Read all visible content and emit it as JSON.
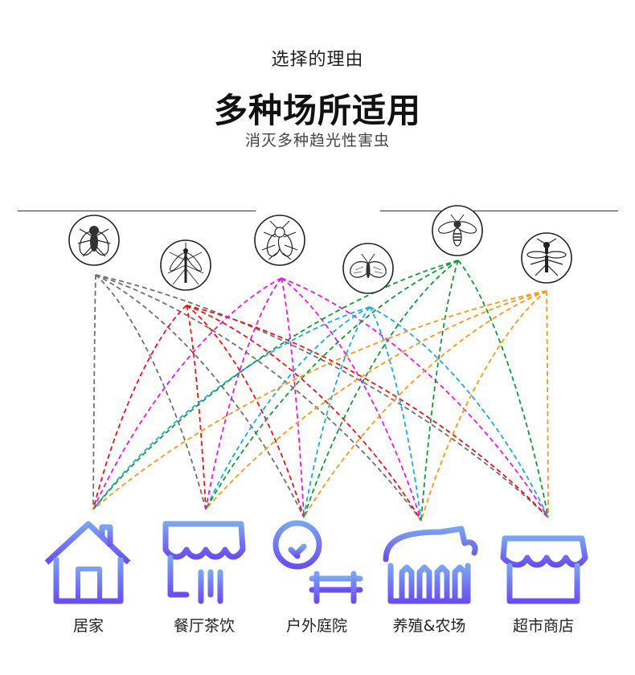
{
  "header": {
    "kicker": "选择的理由",
    "title": "多种场所适用",
    "subtitle": "消灭多种趋光性害虫"
  },
  "colors": {
    "insect_lines": [
      "#707070",
      "#e8141b",
      "#e818e0",
      "#1ea8e0",
      "#17963a",
      "#f5981e"
    ],
    "icon_gradient_top": "#7aa3f0",
    "icon_gradient_bottom": "#6a4ff0"
  },
  "insects": [
    {
      "icon": "fly-icon"
    },
    {
      "icon": "mosquito-icon"
    },
    {
      "icon": "beetle-icon"
    },
    {
      "icon": "moth-icon"
    },
    {
      "icon": "bee-icon"
    },
    {
      "icon": "gnat-icon"
    }
  ],
  "places": [
    {
      "label": "居家",
      "icon": "house-icon"
    },
    {
      "label": "餐厅茶饮",
      "icon": "restaurant-icon"
    },
    {
      "label": "户外庭院",
      "icon": "garden-icon"
    },
    {
      "label": "养殖&农场",
      "icon": "farm-icon"
    },
    {
      "label": "超市商店",
      "icon": "store-icon"
    }
  ]
}
